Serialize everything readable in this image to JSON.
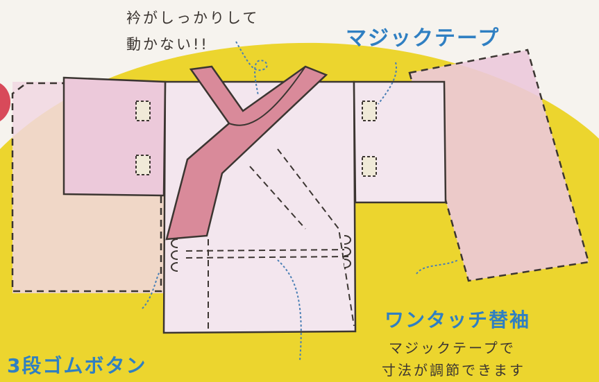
{
  "labels": {
    "collar_line1": "衿がしっかりして",
    "collar_line2": "動かない!!",
    "velcro": "マジックテープ",
    "sleeve_title": "ワンタッチ替袖",
    "sleeve_line1": "マジックテープで",
    "sleeve_line2": "寸法が調節できます",
    "buttons": "3段ゴムボタン"
  },
  "colors": {
    "background": "#f6f3ee",
    "yellow": "#ecd52e",
    "garment": "#f3e6ee",
    "sleeve": "#ecc9da",
    "collar": "#d98a9a",
    "blue_text": "#2f7fc2",
    "line": "#3b3531",
    "velcro": "#f0ead8",
    "stitch": "#4a7fb5"
  }
}
